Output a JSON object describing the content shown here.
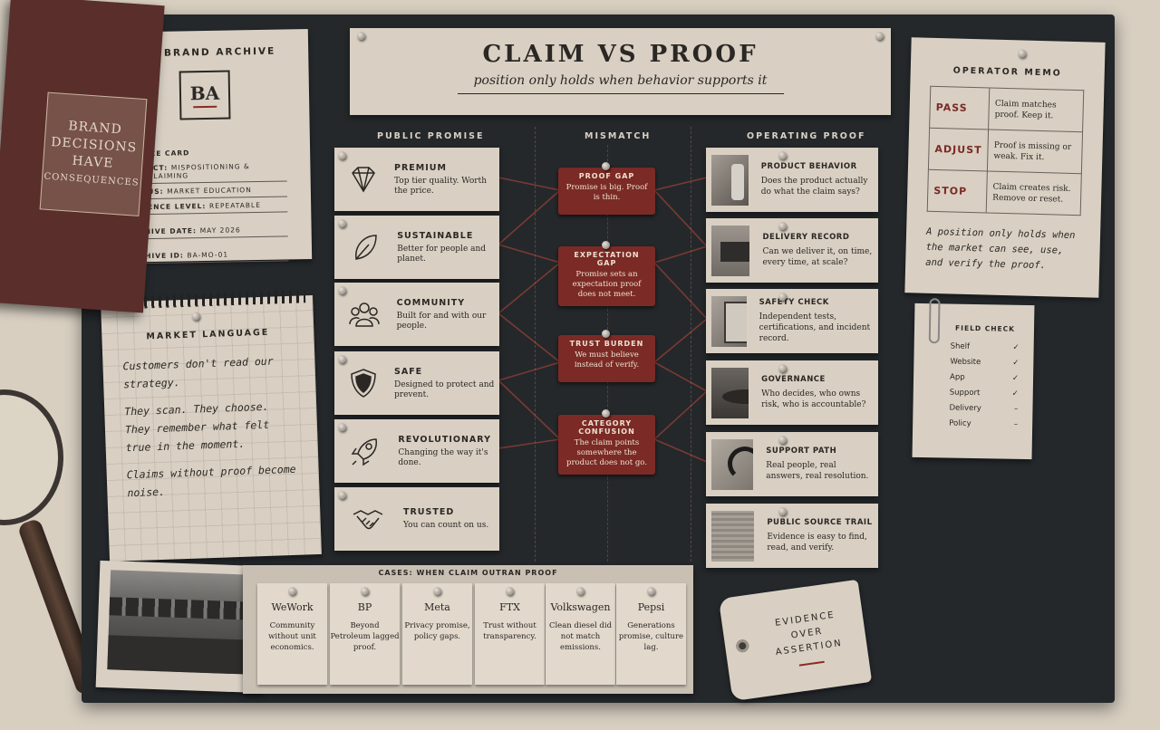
{
  "title": {
    "main": "CLAIM VS PROOF",
    "sub": "position only holds when behavior supports it"
  },
  "columns": {
    "promise": "PUBLIC PROMISE",
    "mismatch": "MISMATCH",
    "proof": "OPERATING PROOF"
  },
  "archive": {
    "name": "THE BRAND ARCHIVE",
    "logo": "BA",
    "source": "SOURCE CARD",
    "project_label": "PROJECT:",
    "project": "MISPOSITIONING & OVERCLAIMING",
    "status_label": "STATUS:",
    "status": "MARKET EDUCATION",
    "evidence_label": "EVIDENCE LEVEL:",
    "evidence": "REPEATABLE",
    "date_label": "ARCHIVE DATE:",
    "date": "MAY 2026",
    "id_label": "ARCHIVE ID:",
    "id": "BA-MO-01"
  },
  "market": {
    "title": "MARKET LANGUAGE",
    "p1": "Customers don't read our strategy.",
    "p2": "They scan. They choose. They remember what felt true in the moment.",
    "p3": "Claims without proof become noise."
  },
  "promises": [
    {
      "icon": "diamond-icon",
      "title": "PREMIUM",
      "text": "Top tier quality. Worth the price."
    },
    {
      "icon": "leaf-icon",
      "title": "SUSTAINABLE",
      "text": "Better for people and planet."
    },
    {
      "icon": "people-icon",
      "title": "COMMUNITY",
      "text": "Built for and with our people."
    },
    {
      "icon": "shield-icon",
      "title": "SAFE",
      "text": "Designed to protect and prevent."
    },
    {
      "icon": "rocket-icon",
      "title": "REVOLUTIONARY",
      "text": "Changing the way it's done."
    },
    {
      "icon": "handshake-icon",
      "title": "TRUSTED",
      "text": "You can count on us."
    }
  ],
  "mismatches": [
    {
      "title": "PROOF GAP",
      "text": "Promise is big. Proof is thin."
    },
    {
      "title": "EXPECTATION GAP",
      "text": "Promise sets an expectation proof does not meet."
    },
    {
      "title": "TRUST BURDEN",
      "text": "We must believe instead of verify."
    },
    {
      "title": "CATEGORY CONFUSION",
      "text": "The claim points somewhere the product does not go."
    }
  ],
  "proofs": [
    {
      "title": "PRODUCT BEHAVIOR",
      "text": "Does the product actually do what the claim says?"
    },
    {
      "title": "DELIVERY RECORD",
      "text": "Can we deliver it, on time, every time, at scale?"
    },
    {
      "title": "SAFETY CHECK",
      "text": "Independent tests, certifications, and incident record."
    },
    {
      "title": "GOVERNANCE",
      "text": "Who decides, who owns risk, who is accountable?"
    },
    {
      "title": "SUPPORT PATH",
      "text": "Real people, real answers, real resolution."
    },
    {
      "title": "PUBLIC SOURCE TRAIL",
      "text": "Evidence is easy to find, read, and verify."
    }
  ],
  "memo": {
    "title": "OPERATOR MEMO",
    "rows": [
      {
        "key": "PASS",
        "text": "Claim matches proof. Keep it."
      },
      {
        "key": "ADJUST",
        "text": "Proof is missing or weak. Fix it."
      },
      {
        "key": "STOP",
        "text": "Claim creates risk. Remove or reset."
      }
    ],
    "note": "A position only holds when the market can see, use, and verify the proof."
  },
  "field": {
    "title": "FIELD CHECK",
    "items": [
      {
        "label": "Shelf",
        "mark": "✓"
      },
      {
        "label": "Website",
        "mark": "✓"
      },
      {
        "label": "App",
        "mark": "✓"
      },
      {
        "label": "Support",
        "mark": "✓"
      },
      {
        "label": "Delivery",
        "mark": "–"
      },
      {
        "label": "Policy",
        "mark": "–"
      }
    ]
  },
  "book": {
    "l1": "BRAND",
    "l2": "DECISIONS",
    "l3": "HAVE",
    "l4": "CONSEQUENCES"
  },
  "cases": {
    "title": "CASES:   WHEN CLAIM OUTRAN PROOF",
    "items": [
      {
        "name": "WeWork",
        "text": "Community without unit economics."
      },
      {
        "name": "BP",
        "text": "Beyond Petroleum lagged proof."
      },
      {
        "name": "Meta",
        "text": "Privacy promise, policy gaps."
      },
      {
        "name": "FTX",
        "text": "Trust without transparency."
      },
      {
        "name": "Volkswagen",
        "text": "Clean diesel did not match emissions."
      },
      {
        "name": "Pepsi",
        "text": "Generations promise, culture lag."
      }
    ]
  },
  "evidence_tag": {
    "l1": "EVIDENCE",
    "l2": "OVER",
    "l3": "ASSERTION"
  },
  "colors": {
    "board": "#24282b",
    "paper": "#d9d0c3",
    "accent": "#7b2a25",
    "string": "#7a3a33"
  }
}
